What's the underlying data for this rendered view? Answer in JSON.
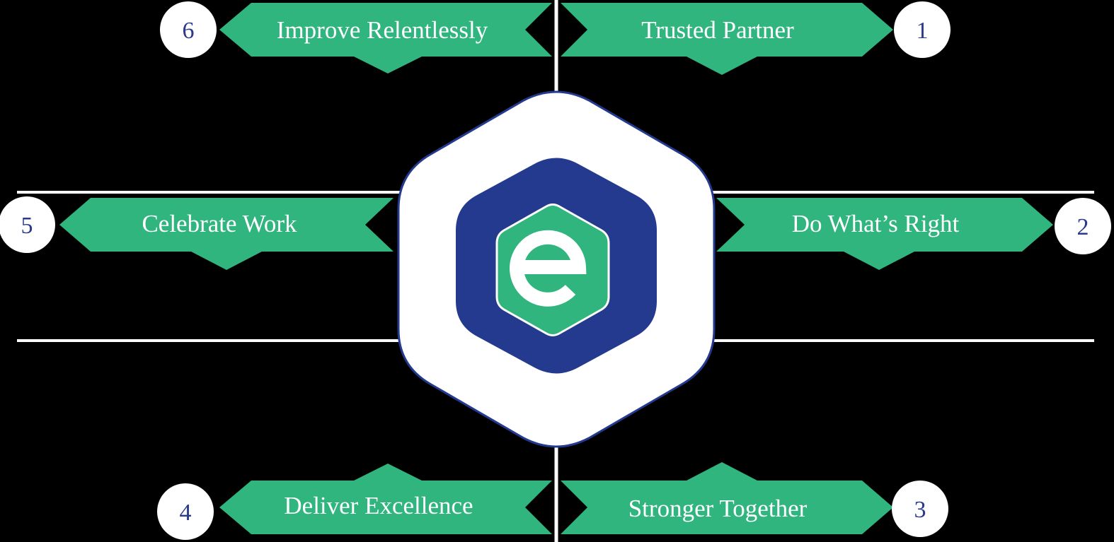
{
  "values": [
    {
      "num": "1",
      "label": "Trusted Partner",
      "desc": [
        "",
        ""
      ]
    },
    {
      "num": "2",
      "label": "Do What’s Right",
      "desc": [
        "",
        ""
      ]
    },
    {
      "num": "3",
      "label": "Stronger  Together",
      "desc": [
        "",
        ""
      ]
    },
    {
      "num": "4",
      "label": "Deliver Excellence",
      "desc": [
        "",
        ""
      ]
    },
    {
      "num": "5",
      "label": "Celebrate Work",
      "desc": [
        "",
        ""
      ]
    },
    {
      "num": "6",
      "label": "Improve  Relentlessly",
      "desc": [
        "",
        ""
      ]
    }
  ],
  "logo": {
    "letter": "e",
    "icon": "hexagon-e-logo-icon"
  },
  "colors": {
    "green": "#2fb57d",
    "navy": "#233a8f",
    "numtext": "#2a3a8c",
    "white": "#ffffff"
  }
}
